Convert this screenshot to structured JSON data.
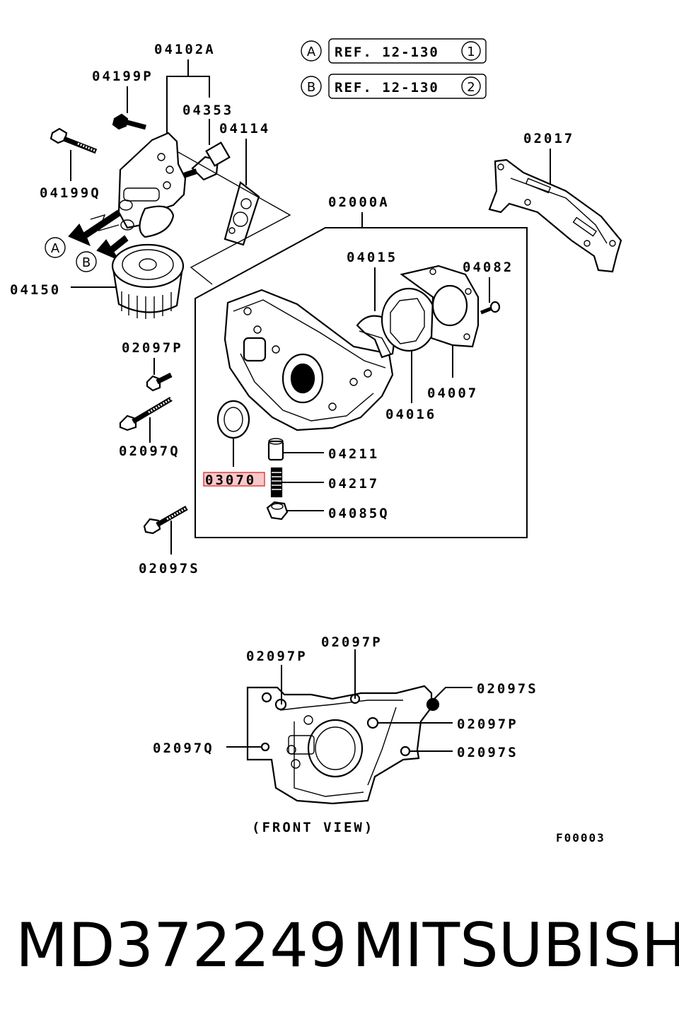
{
  "references": [
    {
      "marker": "A",
      "text": "REF. 12-130",
      "num": "1"
    },
    {
      "marker": "B",
      "text": "REF. 12-130",
      "num": "2"
    }
  ],
  "labels": {
    "p04102A": "04102A",
    "p04199P": "04199P",
    "p04353": "04353",
    "p04114": "04114",
    "p04199Q": "04199Q",
    "p04150": "04150",
    "p02017": "02017",
    "p02000A": "02000A",
    "p04015": "04015",
    "p04082": "04082",
    "p04007": "04007",
    "p04016": "04016",
    "p02097P": "02097P",
    "p02097Q": "02097Q",
    "p03070": "03070",
    "p04211": "04211",
    "p04217": "04217",
    "p04085Q": "04085Q",
    "p02097S": "02097S",
    "arrowA": "A",
    "arrowB": "B"
  },
  "front_view": {
    "labels": {
      "top_left": "02097P",
      "top_mid": "02097P",
      "right_top": "02097S",
      "right_mid": "02097P",
      "right_bottom": "02097S",
      "left": "02097Q"
    },
    "caption": "(FRONT VIEW)"
  },
  "figure_code": "F00003",
  "footer": {
    "part_number": "MD372249",
    "brand": "MITSUBISHI"
  }
}
